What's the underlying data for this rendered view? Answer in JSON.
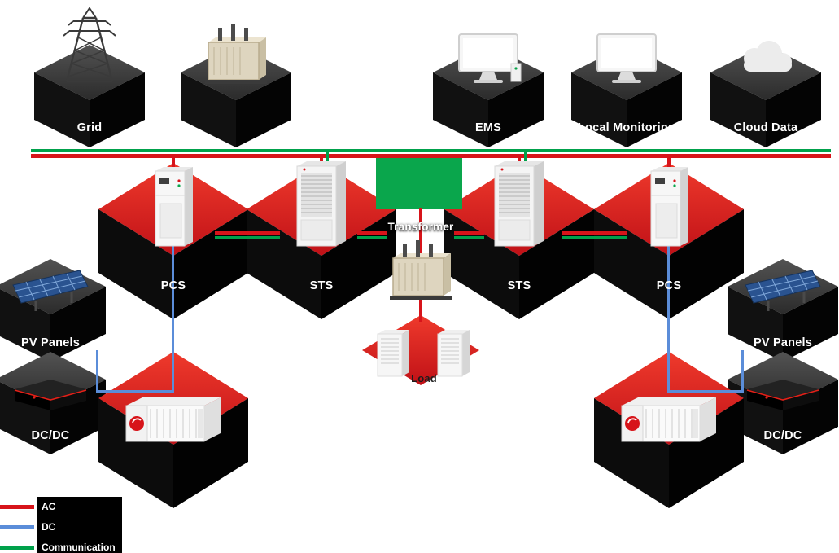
{
  "top_row": {
    "grid": {
      "label": "Grid",
      "icon": "transmission-tower-icon"
    },
    "transformer": {
      "icon": "transformer-icon"
    },
    "ems": {
      "label": "EMS",
      "icon": "monitor-icon"
    },
    "local_monitoring": {
      "label": "Local Monitoring",
      "icon": "monitor-icon"
    },
    "cloud_data": {
      "label": "Cloud Data",
      "icon": "cloud-icon"
    }
  },
  "middle_row": {
    "pcs_left": {
      "label": "PCS",
      "icon": "pcs-cabinet-icon"
    },
    "sts_left": {
      "label": "STS",
      "icon": "sts-cabinet-icon"
    },
    "transformer": {
      "label": "Transformer",
      "icon": "transformer-icon"
    },
    "sts_right": {
      "label": "STS",
      "icon": "sts-cabinet-icon"
    },
    "pcs_right": {
      "label": "PCS",
      "icon": "pcs-cabinet-icon"
    }
  },
  "load": {
    "label": "Load",
    "icon": "load-cabinet-icon"
  },
  "left_branch": {
    "pv": {
      "label": "PV Panels",
      "icon": "pv-panel-icon"
    },
    "dcdc": {
      "label": "DC/DC",
      "icon": "dcdc-converter-icon"
    },
    "battery": {
      "icon": "battery-container-icon"
    }
  },
  "right_branch": {
    "pv": {
      "label": "PV Panels",
      "icon": "pv-panel-icon"
    },
    "dcdc": {
      "label": "DC/DC",
      "icon": "dcdc-converter-icon"
    },
    "battery": {
      "icon": "battery-container-icon"
    }
  },
  "legend": {
    "ac": {
      "label": "AC",
      "color": "#d7141a"
    },
    "dc": {
      "label": "DC",
      "color": "#5b8dd9"
    },
    "communication": {
      "label": "Communication",
      "color": "#00a14b"
    }
  },
  "colors": {
    "ac_line": "#d7141a",
    "dc_line": "#5b8dd9",
    "communication_line": "#00a14b",
    "tile_red": "#e32119",
    "tile_dark": "#3f3f3f",
    "transformer_box_green": "#0aa64c"
  }
}
